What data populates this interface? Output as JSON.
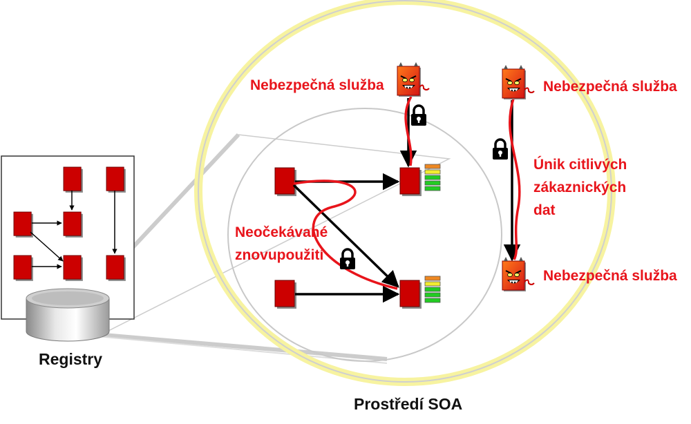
{
  "labels": {
    "registry": "Registry",
    "environment": "Prostředí SOA",
    "rogue_service_top": "Nebezpečná služba",
    "rogue_service_right_top": "Nebezpečná služba",
    "rogue_service_right_bottom": "Nebezpečná služba",
    "unexpected_reuse": [
      "Neočekávané",
      "znovupoužití"
    ],
    "data_leak": [
      "Únik citlivých",
      "zákaznických",
      "dat"
    ]
  },
  "colors": {
    "service_red": "#cc0000",
    "warning_red": "#e8141b",
    "halo_yellow": "#f7f3a0",
    "zoom_gray": "#c8c8c8",
    "status_green": "#22cc22",
    "status_orange": "#ee8822"
  },
  "icons": [
    "lock-icon",
    "devil-service-icon",
    "database-icon",
    "status-bars-icon"
  ]
}
